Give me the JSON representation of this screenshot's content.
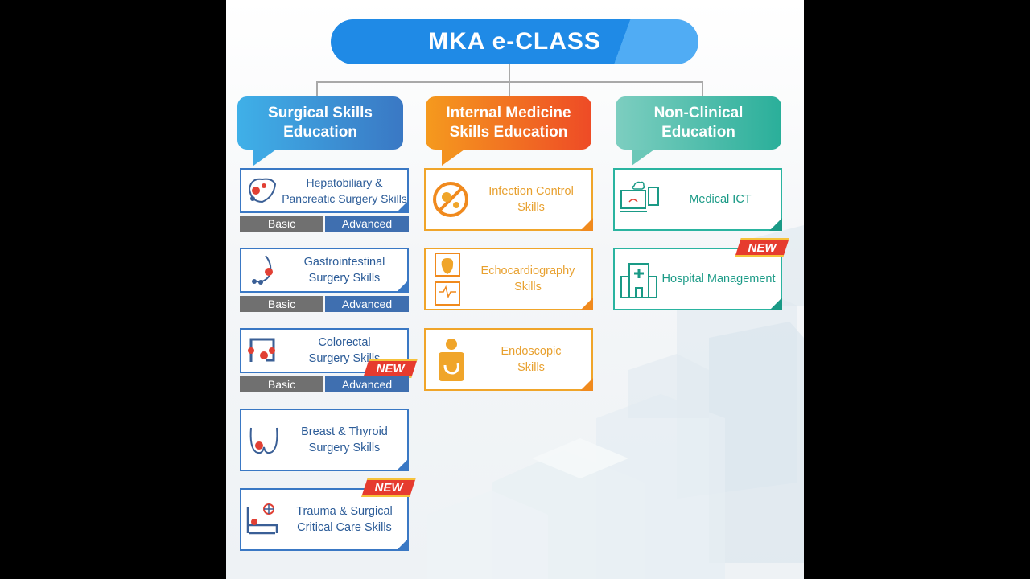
{
  "title": "MKA e-CLASS",
  "badge_text": "NEW",
  "colors": {
    "banner": "#1f8ae6",
    "surgical": "#3a8dd4",
    "surgical_text": "#2c5c98",
    "internal": "#f07a1e",
    "internal_text": "#e8a02e",
    "nonclinical": "#2ab4a0",
    "nonclinical_text": "#1a9a86",
    "basic_bg": "#707070",
    "advanced_bg": "#3f6fb0",
    "accent_red": "#e14034"
  },
  "categories": [
    {
      "label": "Surgical Skills\nEducation",
      "items": [
        {
          "label": "Hepatobiliary &\nPancreatic Surgery Skills",
          "icon": "liver-icon",
          "basic": "Basic",
          "advanced": "Advanced",
          "is_new": false
        },
        {
          "label": "Gastrointestinal\nSurgery Skills",
          "icon": "stomach-icon",
          "basic": "Basic",
          "advanced": "Advanced",
          "is_new": false
        },
        {
          "label": "Colorectal\nSurgery Skills",
          "icon": "colon-icon",
          "basic": "Basic",
          "advanced": "Advanced",
          "is_new": true
        },
        {
          "label": "Breast & Thyroid\nSurgery Skills",
          "icon": "breast-icon",
          "is_new": false
        },
        {
          "label": "Trauma & Surgical\nCritical Care Skills",
          "icon": "hospital-bed-icon",
          "is_new": true
        }
      ]
    },
    {
      "label": "Internal Medicine\nSkills Education",
      "items": [
        {
          "label": "Infection Control\nSkills",
          "icon": "virus-prohibited-icon",
          "is_new": false
        },
        {
          "label": "Echocardiography\nSkills",
          "icon": "echocardiography-icon",
          "is_new": false
        },
        {
          "label": "Endoscopic\nSkills",
          "icon": "endoscopy-icon",
          "is_new": false
        }
      ]
    },
    {
      "label": "Non-Clinical\nEducation",
      "items": [
        {
          "label": "Medical ICT",
          "icon": "medical-ict-icon",
          "is_new": false
        },
        {
          "label": "Hospital Management",
          "icon": "hospital-building-icon",
          "is_new": true
        }
      ]
    }
  ]
}
